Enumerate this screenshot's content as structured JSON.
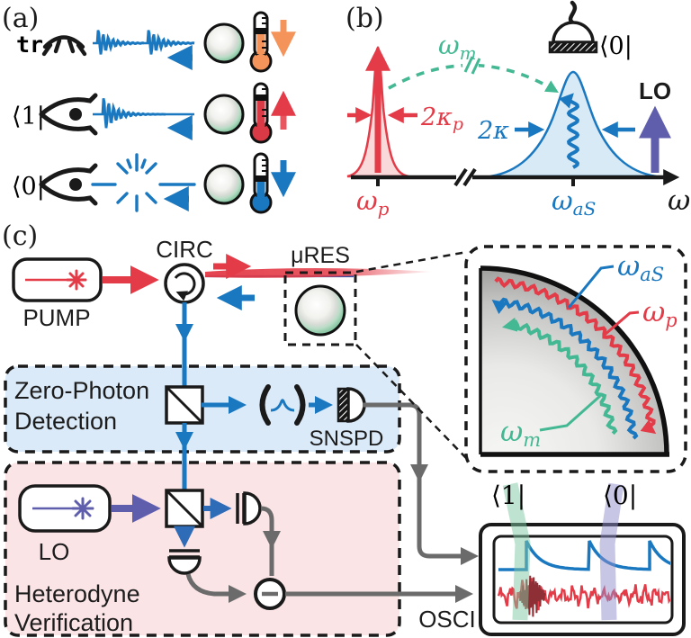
{
  "colors": {
    "blue": "#1a78c0",
    "red": "#e33b47",
    "dark_red": "#8e2f35",
    "green": "#43b893",
    "indigo": "#5f5ead",
    "mix_blue": "#2e6cb8",
    "orange": "#f4945a",
    "gray": "#6b6b6b",
    "black": "#1a1a1a",
    "zpd_bg": "#dbeaf8",
    "het_bg": "#fbe4e6",
    "peak_red_fill": "#f9d9da",
    "peak_blue_fill": "#d9eaf7",
    "band_green": "#7fc7a4",
    "band_indigo": "#8f8ecb"
  },
  "panel_a": {
    "label": "(a)",
    "rows": [
      {
        "tag": "tr"
      },
      {
        "tag": "⟨1|"
      },
      {
        "tag": "⟨0|"
      }
    ]
  },
  "panel_b": {
    "label": "(b)",
    "omega_m": {
      "main": "ω",
      "sub": "m"
    },
    "kappa_p": {
      "main": "2κ",
      "sub": "p"
    },
    "kappa": "2κ",
    "bra0": "⟨0|",
    "lo": "LO",
    "omega_p": {
      "main": "ω",
      "sub": "p"
    },
    "omega_as": {
      "main": "ω",
      "sub": "aS"
    },
    "omega": "ω"
  },
  "panel_c": {
    "label": "(c)",
    "pump": "PUMP",
    "circ": "CIRC",
    "mures": "μRES",
    "zpd": {
      "line1": "Zero-Photon",
      "line2": "Detection"
    },
    "snspd": "SNSPD",
    "lo": "LO",
    "het": {
      "line1": "Heterodyne",
      "line2": "Verification"
    },
    "osci": "OSCI",
    "bra1": "⟨1|",
    "bra0": "⟨0|",
    "inset": {
      "omega_as": {
        "main": "ω",
        "sub": "aS"
      },
      "omega_p": {
        "main": "ω",
        "sub": "p"
      },
      "omega_m": {
        "main": "ω",
        "sub": "m"
      }
    }
  }
}
